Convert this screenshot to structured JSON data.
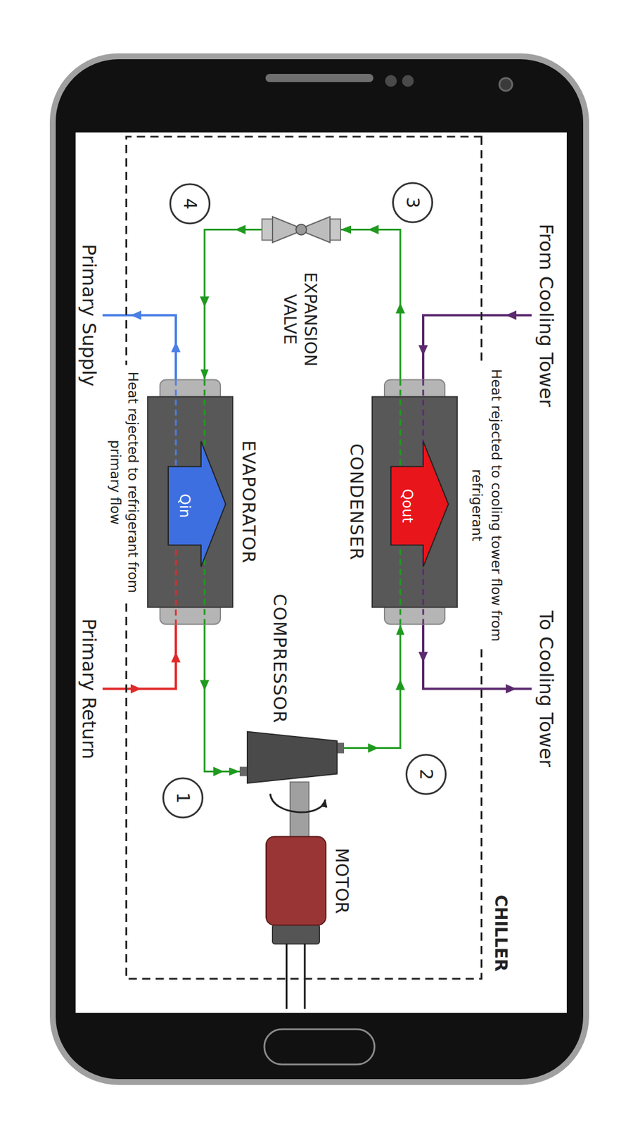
{
  "diagram": {
    "nodes": [
      {
        "text": [
          "CHILLER"
        ]
      },
      {
        "text": [
          "CONDENSER",
          "Qout"
        ],
        "in": 0
      },
      {
        "text": [
          "EVAPORATOR",
          "Qin"
        ],
        "in": 0
      },
      {
        "text": [
          "COMPRESSOR"
        ],
        "in": 0
      },
      {
        "text": [
          "EXPANSION VALVE"
        ],
        "in": 0
      },
      {
        "text": [
          "MOTOR"
        ],
        "in": 0
      },
      {
        "text": [
          "1"
        ],
        "in": 0
      },
      {
        "text": [
          "2"
        ],
        "in": 0
      },
      {
        "text": [
          "3"
        ],
        "in": 0
      },
      {
        "text": [
          "4"
        ],
        "in": 0
      }
    ],
    "edges": [
      {
        "from": 2,
        "to": 3,
        "arrow": "to"
      },
      {
        "from": 3,
        "to": 1,
        "arrow": "to"
      },
      {
        "from": 1,
        "to": 4,
        "arrow": "to"
      },
      {
        "from": 4,
        "to": 2,
        "arrow": "to"
      }
    ],
    "labels": [
      "From Cooling Tower",
      "To Cooling Tower",
      "Heat rejected to cooling tower flow from refrigerant",
      "Heat rejected to refrigerant from primary flow",
      "Primary Supply",
      "Primary Return"
    ]
  }
}
